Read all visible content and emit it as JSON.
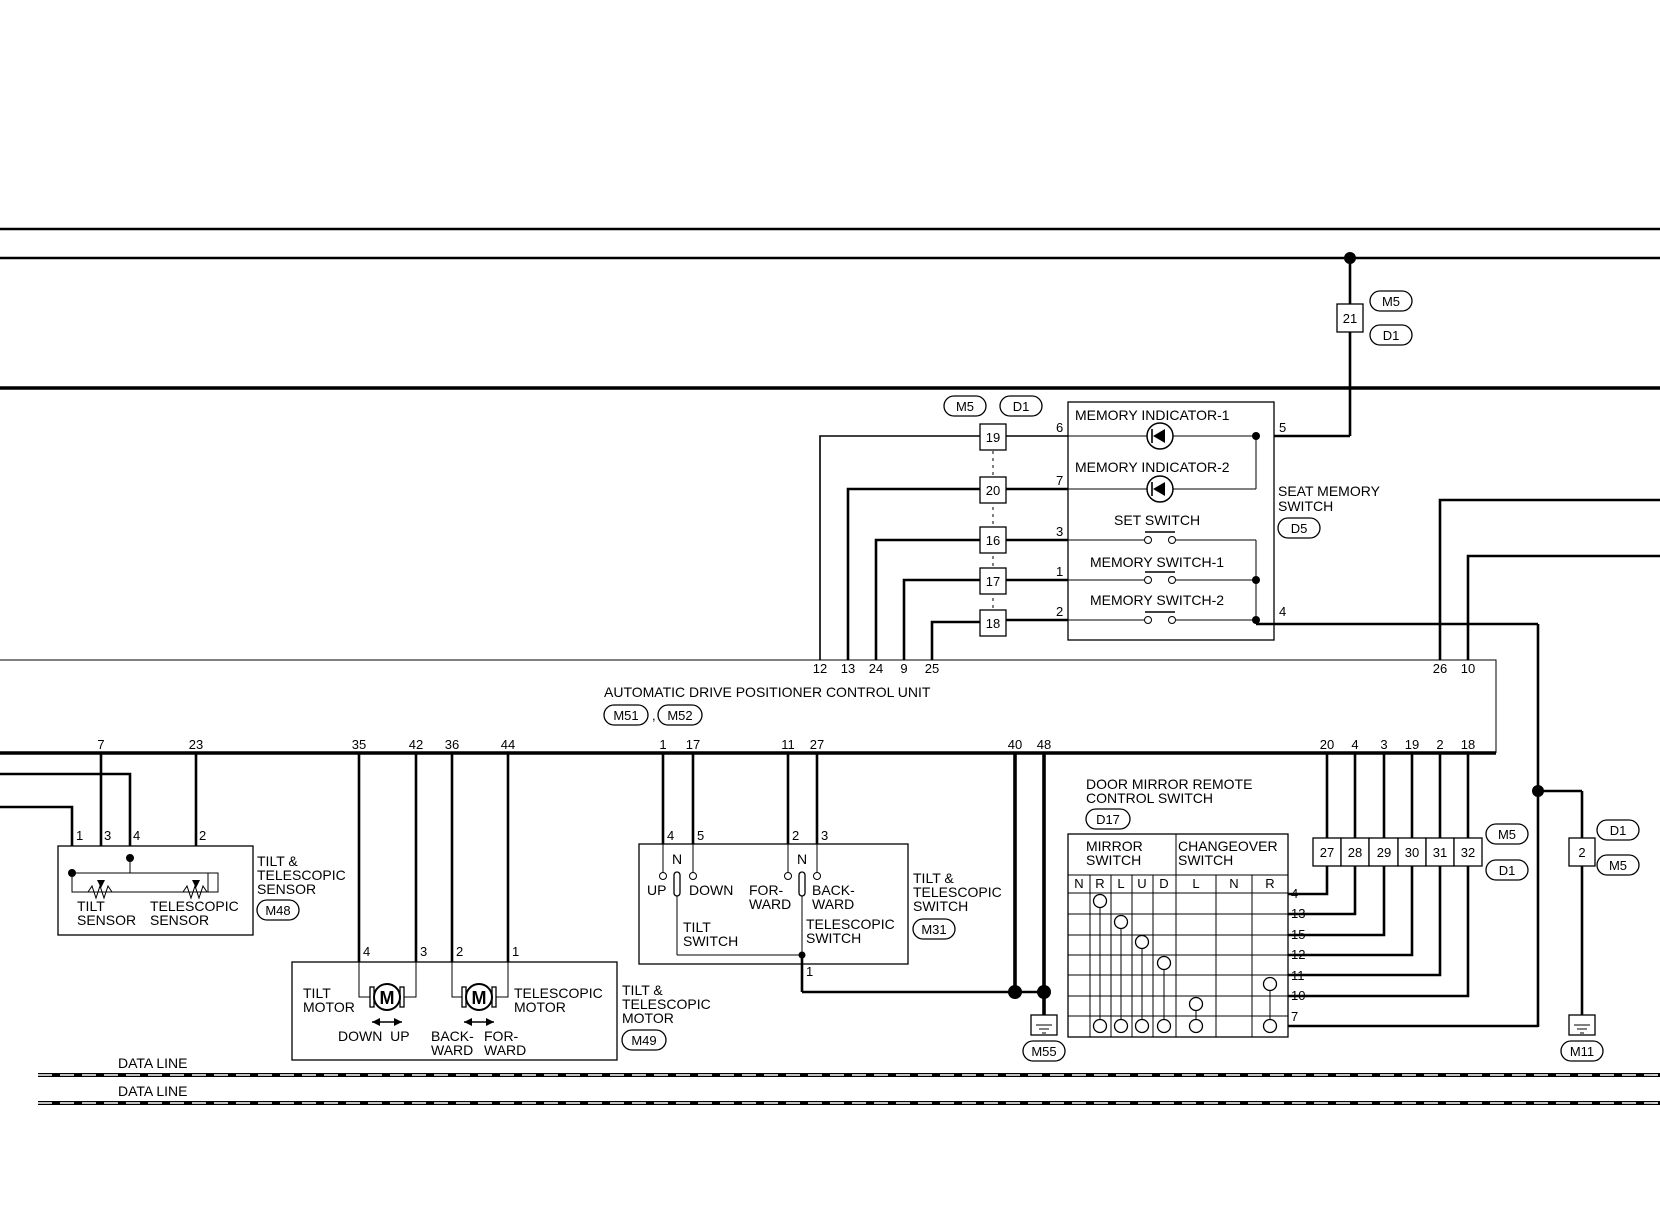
{
  "seat_memory_switch": {
    "name_line1": "SEAT MEMORY",
    "name_line2": "SWITCH",
    "connector": "D5",
    "memory_indicator_1": "MEMORY INDICATOR-1",
    "memory_indicator_2": "MEMORY INDICATOR-2",
    "set_switch": "SET SWITCH",
    "memory_switch_1": "MEMORY SWITCH-1",
    "memory_switch_2": "MEMORY SWITCH-2",
    "pins": [
      "6",
      "7",
      "3",
      "1",
      "2",
      "5",
      "4"
    ]
  },
  "joint_connectors": {
    "upper": [
      "M5",
      "D1"
    ],
    "upper_pin": "21",
    "left": [
      "M5",
      "D1"
    ],
    "left_pins": [
      "19",
      "20",
      "16",
      "17",
      "18"
    ],
    "right": [
      "M5",
      "D1"
    ],
    "right_pins": [
      "27",
      "28",
      "29",
      "30",
      "31",
      "32"
    ],
    "far_right": [
      "D1",
      "M5"
    ],
    "far_right_pin": "2"
  },
  "control_unit": {
    "name": "AUTOMATIC DRIVE POSITIONER CONTROL UNIT",
    "connectors": [
      "M51",
      "M52"
    ],
    "top_pins": [
      "12",
      "13",
      "24",
      "9",
      "25",
      "26",
      "10"
    ],
    "bottom_pins": [
      "7",
      "23",
      "35",
      "42",
      "36",
      "44",
      "1",
      "17",
      "11",
      "27",
      "40",
      "48",
      "20",
      "4",
      "3",
      "19",
      "2",
      "18"
    ]
  },
  "tilt_telescopic_sensor": {
    "name_line1": "TILT &",
    "name_line2": "TELESCOPIC",
    "name_line3": "SENSOR",
    "connector": "M48",
    "tilt_line1": "TILT",
    "tilt_line2": "SENSOR",
    "tele_line1": "TELESCOPIC",
    "tele_line2": "SENSOR",
    "pins": [
      "1",
      "3",
      "4",
      "2"
    ]
  },
  "tilt_telescopic_motor": {
    "name_line1": "TILT &",
    "name_line2": "TELESCOPIC",
    "name_line3": "MOTOR",
    "connector": "M49",
    "tilt_line1": "TILT",
    "tilt_line2": "MOTOR",
    "tele_line1": "TELESCOPIC",
    "tele_line2": "MOTOR",
    "down_up": "DOWN  UP",
    "back_line1": "BACK-",
    "back_line2": "WARD",
    "for_line1": "FOR-",
    "for_line2": "WARD",
    "motor_symbol": "M",
    "pins": [
      "4",
      "3",
      "2",
      "1"
    ]
  },
  "tilt_telescopic_switch": {
    "name_line1": "TILT &",
    "name_line2": "TELESCOPIC",
    "name_line3": "SWITCH",
    "connector": "M31",
    "up": "UP",
    "down": "DOWN",
    "n": "N",
    "forward_line1": "FOR-",
    "forward_line2": "WARD",
    "backward_line1": "BACK-",
    "backward_line2": "WARD",
    "tilt_switch_line1": "TILT",
    "tilt_switch_line2": "SWITCH",
    "tele_switch_line1": "TELESCOPIC",
    "tele_switch_line2": "SWITCH",
    "pins": [
      "4",
      "5",
      "2",
      "3",
      "1"
    ]
  },
  "door_mirror_remote_control_switch": {
    "name_line1": "DOOR MIRROR REMOTE",
    "name_line2": "CONTROL SWITCH",
    "connector": "D17",
    "mirror_line1": "MIRROR",
    "mirror_line2": "SWITCH",
    "changeover_line1": "CHANGEOVER",
    "changeover_line2": "SWITCH",
    "mirror_cols": [
      "N",
      "R",
      "L",
      "U",
      "D"
    ],
    "changeover_cols": [
      "L",
      "N",
      "R"
    ],
    "pins": [
      "4",
      "13",
      "15",
      "12",
      "11",
      "10",
      "7"
    ]
  },
  "grounds": [
    "M55",
    "M11"
  ],
  "data_lines": [
    "DATA LINE",
    "DATA LINE"
  ]
}
